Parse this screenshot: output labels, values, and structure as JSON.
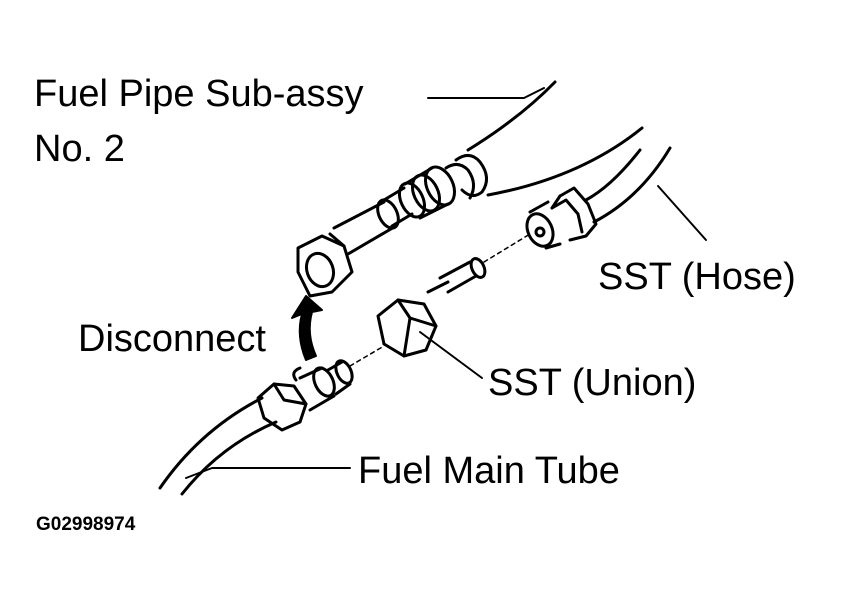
{
  "labels": {
    "fuel_pipe_line1": "Fuel  Pipe  Sub-assy",
    "fuel_pipe_line2": "No. 2",
    "sst_hose": "SST (Hose)",
    "disconnect": "Disconnect",
    "sst_union": "SST (Union)",
    "fuel_main_tube": "Fuel Main Tube"
  },
  "figure_code": "G02998974",
  "colors": {
    "ink": "#000000",
    "paper": "#ffffff"
  }
}
